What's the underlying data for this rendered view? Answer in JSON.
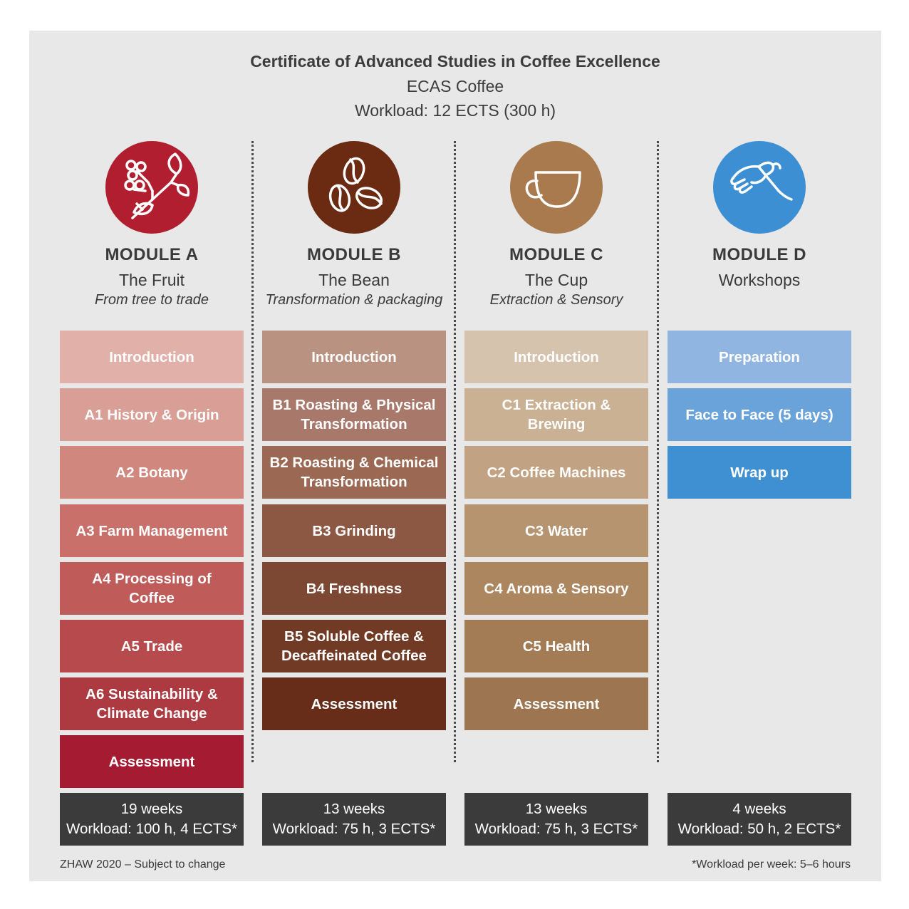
{
  "header": {
    "title": "Certificate of Advanced Studies in Coffee Excellence",
    "subtitle": "ECAS Coffee",
    "workload": "Workload: 12 ECTS (300 h)"
  },
  "colors": {
    "module_a_icon": "#b01e2f",
    "module_b_icon": "#6b2a12",
    "module_c_icon": "#a87a4e",
    "module_d_icon": "#3d8fd4",
    "footer": "#3b3b3b"
  },
  "modules": [
    {
      "icon": "coffee-branch-icon",
      "title": "MODULE A",
      "name": "The Fruit",
      "tagline": "From tree to trade",
      "steps": [
        {
          "label": "Introduction",
          "color": "#e1b1a9"
        },
        {
          "label": "A1 History & Origin",
          "color": "#d99e95"
        },
        {
          "label": "A2 Botany",
          "color": "#cf877e"
        },
        {
          "label": "A3 Farm Management",
          "color": "#c87069"
        },
        {
          "label": "A4 Processing of Coffee",
          "color": "#bf5c59"
        },
        {
          "label": "A5 Trade",
          "color": "#b64a4c"
        },
        {
          "label": "A6 Sustainability & Climate Change",
          "color": "#ad3a40"
        },
        {
          "label": "Assessment",
          "color": "#a51b31"
        }
      ],
      "footer_duration": "19 weeks",
      "footer_workload": "Workload: 100 h, 4 ECTS*"
    },
    {
      "icon": "coffee-beans-icon",
      "title": "MODULE B",
      "name": "The Bean",
      "tagline": "Transformation & packaging",
      "steps": [
        {
          "label": "Introduction",
          "color": "#b99282"
        },
        {
          "label": "B1 Roasting & Physical Transformation",
          "color": "#a8796a"
        },
        {
          "label": "B2 Roasting & Chemical Transformation",
          "color": "#9b6853"
        },
        {
          "label": "B3 Grinding",
          "color": "#8c5843"
        },
        {
          "label": "B4 Freshness",
          "color": "#7c4733"
        },
        {
          "label": "B5 Soluble Coffee & Decaffeinated Coffee",
          "color": "#703a24"
        },
        {
          "label": "Assessment",
          "color": "#682d19"
        }
      ],
      "footer_duration": "13 weeks",
      "footer_workload": "Workload: 75 h, 3 ECTS*"
    },
    {
      "icon": "coffee-cup-icon",
      "title": "MODULE C",
      "name": "The Cup",
      "tagline": "Extraction & Sensory",
      "steps": [
        {
          "label": "Introduction",
          "color": "#d6c3ae"
        },
        {
          "label": "C1 Extraction & Brewing",
          "color": "#cbb194"
        },
        {
          "label": "C2 Coffee Machines",
          "color": "#c1a282"
        },
        {
          "label": "C3 Water",
          "color": "#b69470"
        },
        {
          "label": "C4 Aroma & Sensory",
          "color": "#ab865f"
        },
        {
          "label": "C5 Health",
          "color": "#a37c56"
        },
        {
          "label": "Assessment",
          "color": "#9d7550"
        }
      ],
      "footer_duration": "13 weeks",
      "footer_workload": "Workload: 75 h, 3 ECTS*"
    },
    {
      "icon": "hand-pinch-icon",
      "title": "MODULE D",
      "name": "Workshops",
      "tagline": "",
      "steps": [
        {
          "label": "Preparation",
          "color": "#8fb5e0"
        },
        {
          "label": "Face to Face (5 days)",
          "color": "#6aa3da"
        },
        {
          "label": "Wrap up",
          "color": "#3e90d3"
        }
      ],
      "footer_duration": "4 weeks",
      "footer_workload": "Workload: 50 h, 2 ECTS*"
    }
  ],
  "footnotes": {
    "left": "ZHAW 2020 – Subject to change",
    "right": "*Workload per week: 5–6 hours"
  }
}
